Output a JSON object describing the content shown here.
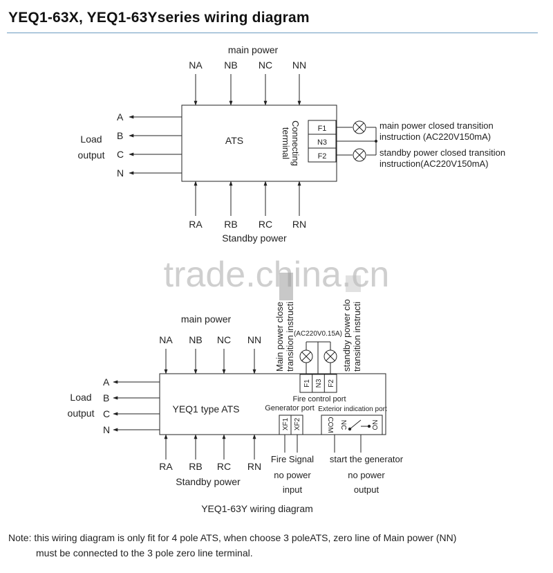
{
  "title": "YEQ1-63X, YEQ1-63Yseries wiring diagram",
  "watermark": "trade.china.cn",
  "diagram1": {
    "main_power_label": "main power",
    "top_terminals": [
      "NA",
      "NB",
      "NC",
      "NN"
    ],
    "box_label": "ATS",
    "connecting_terminal": "Connecting terminal",
    "connecting_terminal_lines": [
      "Connecting",
      "terminal"
    ],
    "port_terminals": [
      "F1",
      "N3",
      "F2"
    ],
    "load_output_lines": [
      "Load",
      "output"
    ],
    "load_terminals": [
      "A",
      "B",
      "C",
      "N"
    ],
    "instruction_main_lines": [
      "main power closed transition",
      "instruction (AC220V150mA)"
    ],
    "instruction_standby_lines": [
      "standby power closed transition",
      "instruction(AC220V150mA)"
    ],
    "bottom_terminals": [
      "RA",
      "RB",
      "RC",
      "RN"
    ],
    "standby_power_label": "Standby power"
  },
  "diagram2": {
    "main_power_label": "main power",
    "top_terminals": [
      "NA",
      "NB",
      "NC",
      "NN"
    ],
    "box_label": "YEQ1 type ATS",
    "load_output_lines": [
      "Load",
      "output"
    ],
    "load_terminals": [
      "A",
      "B",
      "C",
      "N"
    ],
    "bottom_terminals": [
      "RA",
      "RB",
      "RC",
      "RN"
    ],
    "standby_power_label": "Standby power",
    "vertical_main_lines": [
      "Main power close",
      "transition instructi"
    ],
    "vertical_standby_lines": [
      "standby power clo",
      "transition instructi"
    ],
    "ac_rating": "(AC220V0.15A)",
    "fire_port_terminals": [
      "F1",
      "N3",
      "F2"
    ],
    "fire_control_port": "Fire control port",
    "generator_port": "Generator port",
    "generator_terminals": [
      "XF1",
      "XF2"
    ],
    "exterior_indication_port": "Exterior indication port",
    "exterior_terminals": [
      "COM",
      "NC",
      "NO"
    ],
    "fire_signal_lines": [
      "Fire Signal",
      "no power",
      "input"
    ],
    "start_generator_lines": [
      "start the generator",
      "no power",
      "output"
    ],
    "caption": "YEQ1-63Y wiring diagram"
  },
  "note": {
    "line1": "Note: this wiring diagram is only fit for 4 pole ATS, when choose 3 poleATS, zero line of Main power (NN)",
    "line2": "must be connected to the 3 pole zero line terminal."
  }
}
